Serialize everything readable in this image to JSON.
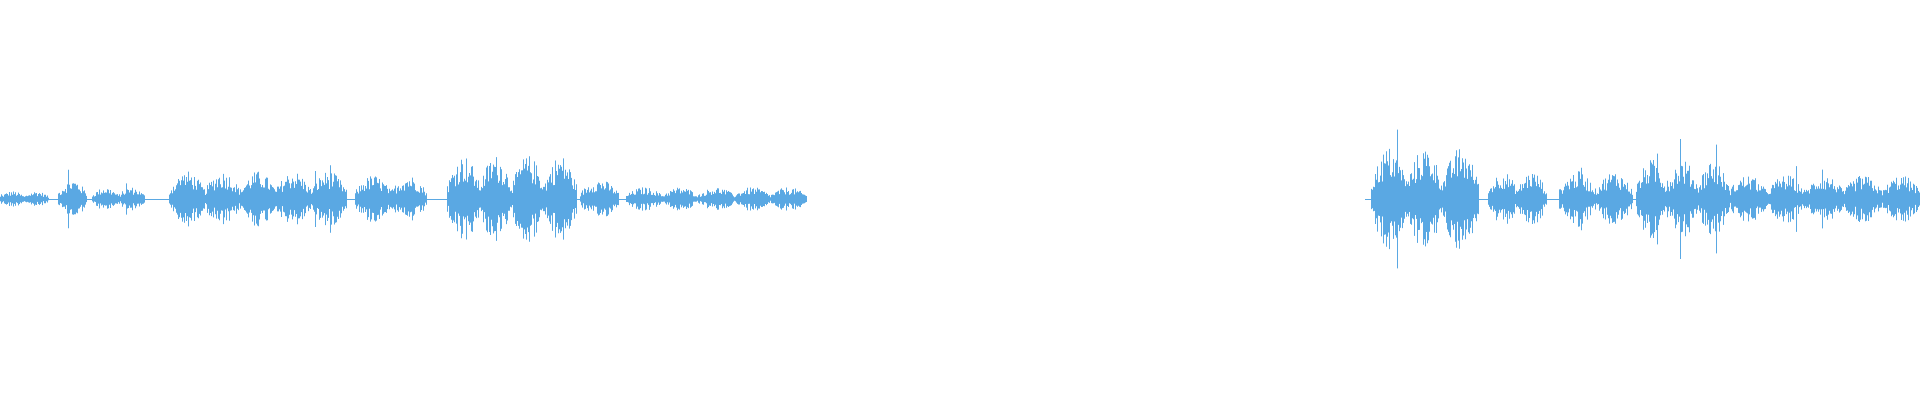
{
  "waveform": {
    "color": "#5aa8e3",
    "duration_fraction_segments": [
      {
        "start": 0.0,
        "end": 0.025,
        "amplitude": 0.02
      },
      {
        "start": 0.03,
        "end": 0.045,
        "amplitude": 0.05
      },
      {
        "start": 0.048,
        "end": 0.075,
        "amplitude": 0.03
      },
      {
        "start": 0.088,
        "end": 0.18,
        "amplitude": 0.07
      },
      {
        "start": 0.185,
        "end": 0.222,
        "amplitude": 0.06
      },
      {
        "start": 0.233,
        "end": 0.3,
        "amplitude": 0.11
      },
      {
        "start": 0.302,
        "end": 0.322,
        "amplitude": 0.05
      },
      {
        "start": 0.326,
        "end": 0.42,
        "amplitude": 0.03
      },
      {
        "start": 0.4,
        "end": 0.418,
        "amplitude": 0.005
      },
      {
        "start": 0.714,
        "end": 0.77,
        "amplitude": 0.13
      },
      {
        "start": 0.775,
        "end": 0.805,
        "amplitude": 0.07
      },
      {
        "start": 0.812,
        "end": 0.85,
        "amplitude": 0.07
      },
      {
        "start": 0.852,
        "end": 0.9,
        "amplitude": 0.1
      },
      {
        "start": 0.9,
        "end": 1.0,
        "amplitude": 0.06
      }
    ]
  }
}
